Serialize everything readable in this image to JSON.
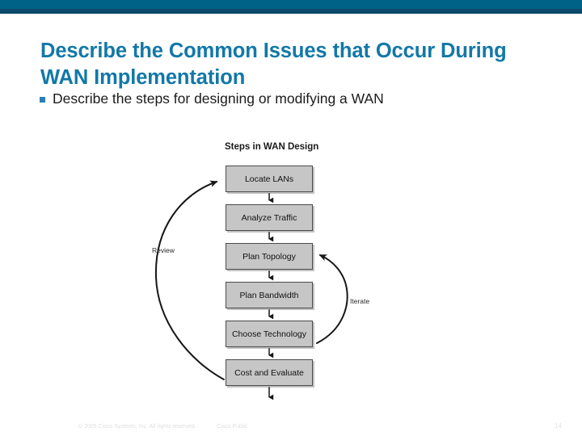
{
  "slide": {
    "title": "Describe the Common Issues that Occur During WAN Implementation",
    "accent_color": "#1278a8",
    "topbar_color": "#006286",
    "topbar_shadow_color": "#0b4a6b",
    "bullets": [
      {
        "marker": "square-bullet",
        "text": "Describe the steps for designing or modifying a WAN"
      }
    ]
  },
  "diagram": {
    "title": "Steps in WAN Design",
    "type": "flowchart",
    "box_fill": "#c6c6c6",
    "box_stroke": "#4a4a4a",
    "steps": [
      {
        "order": 1,
        "label": "Locate LANs"
      },
      {
        "order": 2,
        "label": "Analyze Traffic"
      },
      {
        "order": 3,
        "label": "Plan Topology"
      },
      {
        "order": 4,
        "label": "Plan Bandwidth"
      },
      {
        "order": 5,
        "label": "Choose Technology"
      },
      {
        "order": 6,
        "label": "Cost and Evaluate"
      }
    ],
    "feedback_loops": [
      {
        "label": "Review",
        "from_step": 6,
        "to_step": 1,
        "side": "left"
      },
      {
        "label": "Iterate",
        "from_step": 5,
        "to_step": 3,
        "side": "right"
      }
    ]
  },
  "footer": {
    "copyright": "© 2005 Cisco Systems, Inc. All rights reserved.",
    "classification": "Cisco Public",
    "page_number": "14"
  }
}
